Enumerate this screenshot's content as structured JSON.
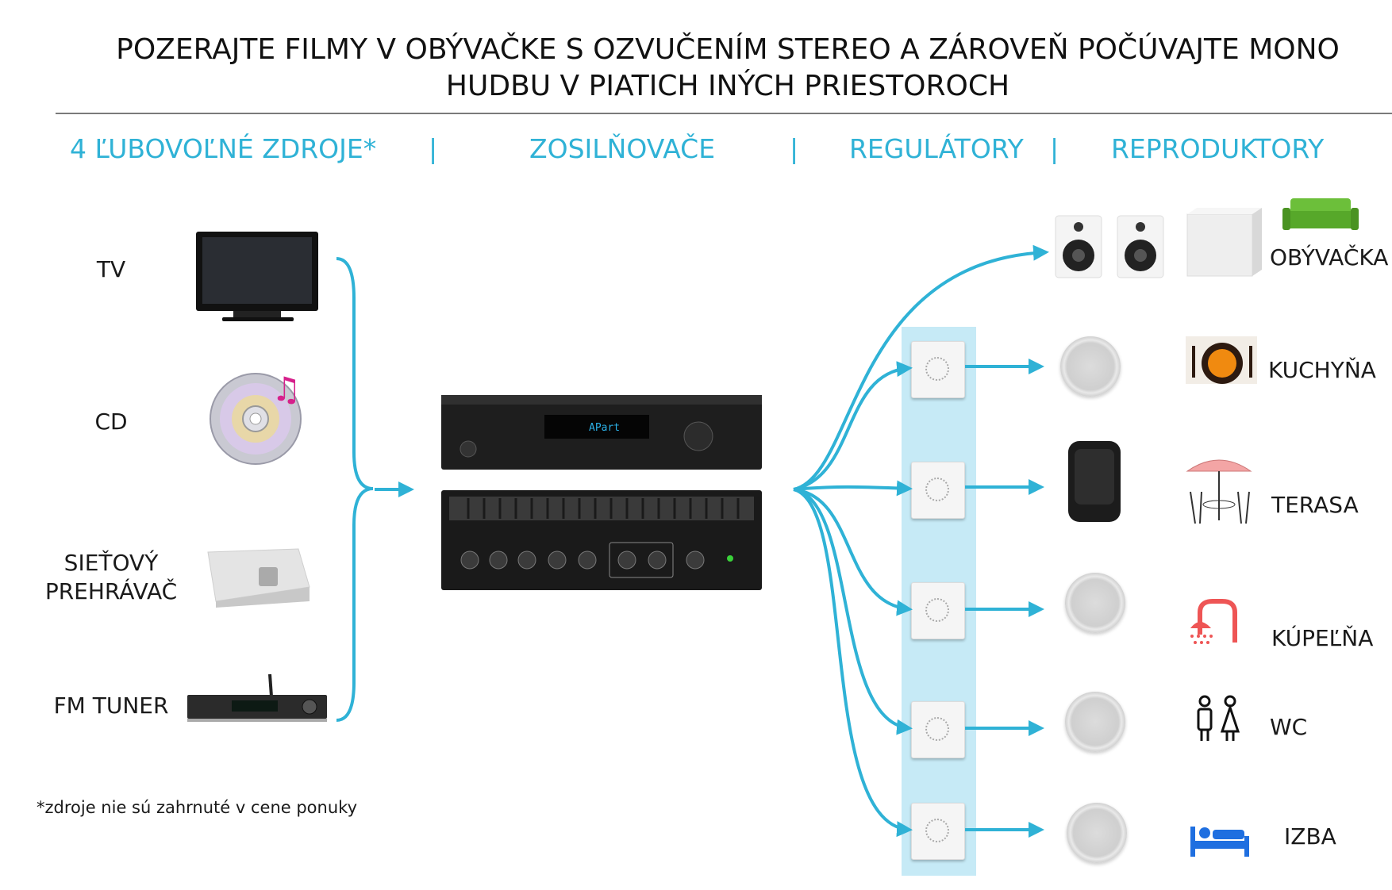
{
  "title": {
    "line1": "POZERAJTE FILMY V OBÝVAČKE S OZVUČENÍM STEREO A ZÁROVEŇ POČÚVAJTE MONO",
    "line2": "HUDBU V PIATICH INÝCH PRIESTOROCH"
  },
  "headers": {
    "sources": "4 ĽUBOVOĽNÉ ZDROJE*",
    "amplifiers": "ZOSILŇOVAČE",
    "controllers": "REGULÁTORY",
    "speakers": "REPRODUKTORY",
    "separator": "|"
  },
  "sources": [
    {
      "line1": "TV",
      "line2": "",
      "icon": "tv-icon"
    },
    {
      "line1": "CD",
      "line2": "",
      "icon": "cd-icon"
    },
    {
      "line1": "SIEŤOVÝ",
      "line2": "PREHRÁVAČ",
      "icon": "network-player-icon"
    },
    {
      "line1": "FM TUNER",
      "line2": "",
      "icon": "fm-tuner-icon"
    }
  ],
  "amplifiers": {
    "display_text": "APart"
  },
  "rooms": [
    {
      "label": "OBÝVAČKA",
      "icon": "sofa-icon"
    },
    {
      "label": "KUCHYŇA",
      "icon": "plate-cutlery-icon"
    },
    {
      "label": "TERASA",
      "icon": "terrace-table-icon"
    },
    {
      "label": "KÚPEĽŇA",
      "icon": "shower-icon"
    },
    {
      "label": "WC",
      "icon": "restroom-icon"
    },
    {
      "label": "IZBA",
      "icon": "bed-icon"
    }
  ],
  "footnote": "*zdroje nie sú zahrnuté v cene ponuky",
  "colors": {
    "accent": "#2fb2d6",
    "strip": "#c6eaf6",
    "text": "#1a1a1a"
  }
}
